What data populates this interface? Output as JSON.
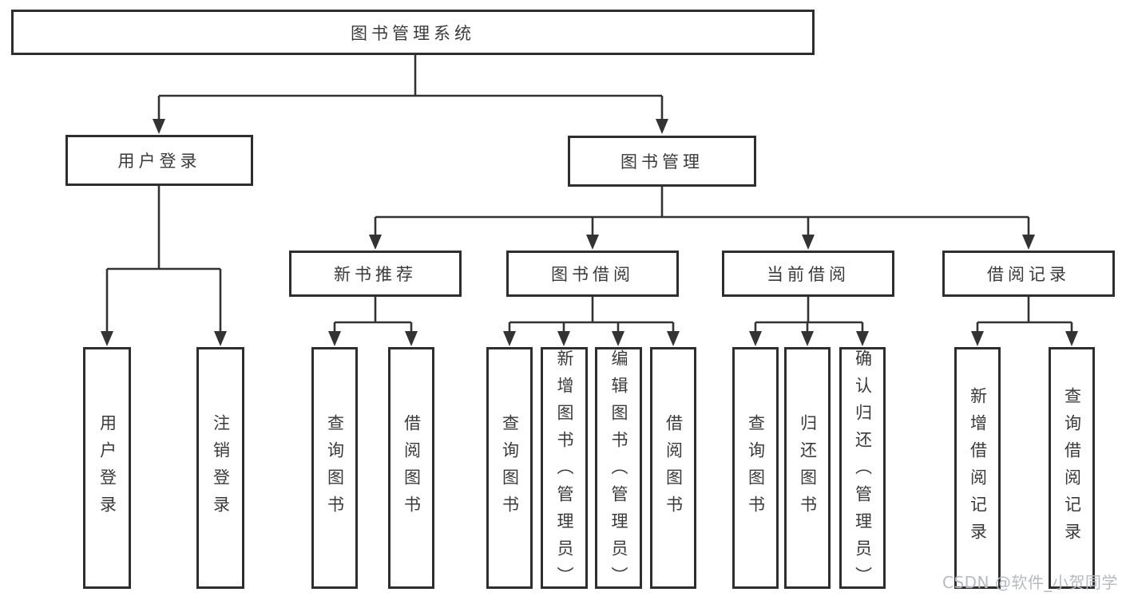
{
  "tree": {
    "root": "图书管理系统",
    "children": [
      {
        "label": "用户登录",
        "children": [
          "用户登录",
          "注销登录"
        ]
      },
      {
        "label": "图书管理",
        "children": [
          {
            "label": "新书推荐",
            "children": [
              "查询图书",
              "借阅图书"
            ]
          },
          {
            "label": "图书借阅",
            "children": [
              "查询图书",
              "新增图书（管理员）",
              "编辑图书（管理员）",
              "借阅图书"
            ]
          },
          {
            "label": "当前借阅",
            "children": [
              "查询图书",
              "归还图书",
              "确认归还（管理员）"
            ]
          },
          {
            "label": "借阅记录",
            "children": [
              "新增借阅记录",
              "查询借阅记录"
            ]
          }
        ]
      }
    ]
  },
  "watermark": {
    "text": "CSDN @软件_小贺同学"
  },
  "colors": {
    "background": "#ffffff",
    "box_border": "#2e2e2e",
    "line": "#333333",
    "text": "#3a3a3a",
    "watermark": "#b6bac2"
  }
}
